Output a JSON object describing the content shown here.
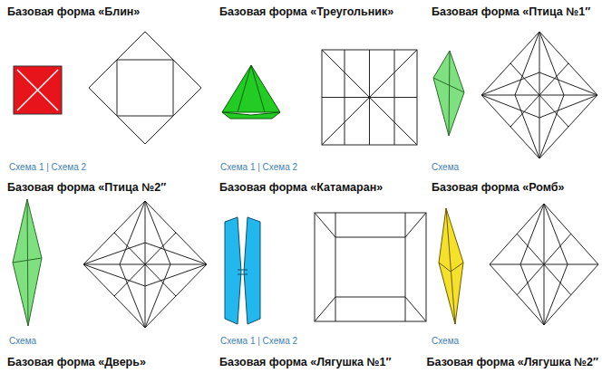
{
  "diagram": {
    "labels": [
      "Базовая форма «Блин»",
      "Базовая форма «Треугольник»",
      "Базовая форма «Птица №1″",
      "Схема 1 | Схема 2",
      "Схема 1 | Схема 2",
      "Схема",
      "Базовая форма «Птица №2″",
      "Базовая форма «Катамаран»",
      "Базовая форма «Ромб»",
      "Схема",
      "Схема 1 | Схема 2",
      "Схема",
      "Базовая форма «Дверь»",
      "Базовая форма «Лягушка №1″",
      "Базовая форма «Лягушка №2″"
    ]
  }
}
